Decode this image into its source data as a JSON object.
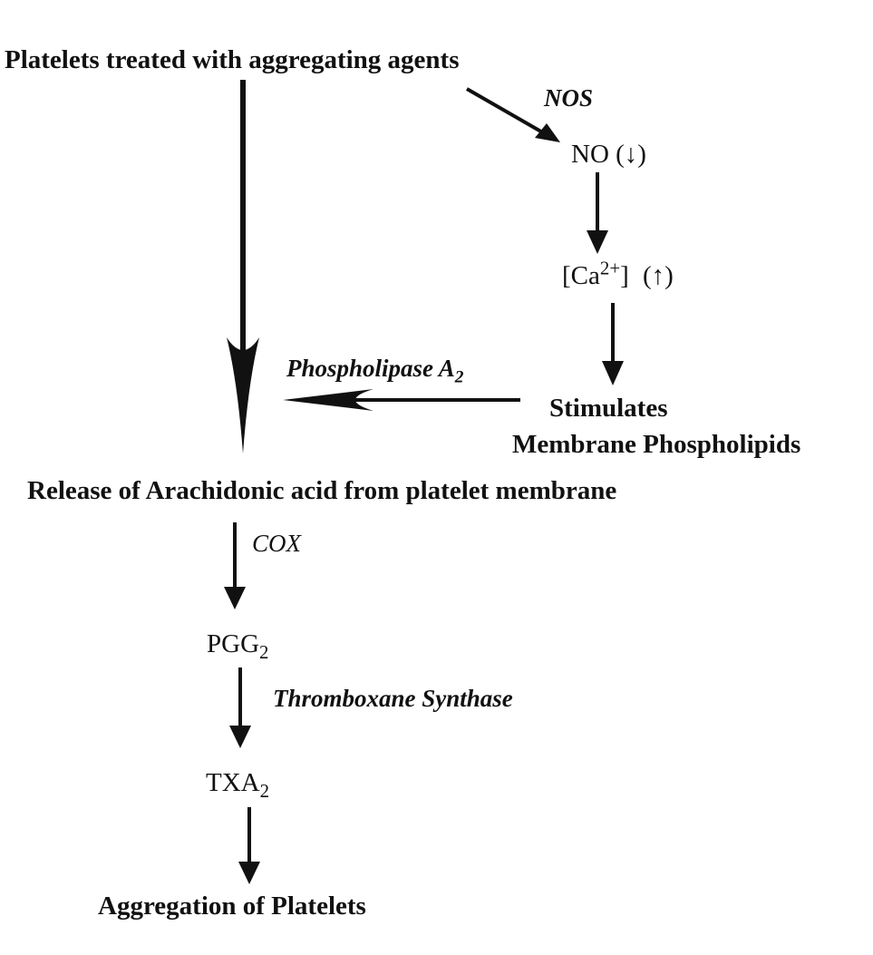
{
  "nodes": {
    "start": "Platelets treated with aggregating agents",
    "no": "NO (↓)",
    "ca_open": "[Ca",
    "ca_sup": "2+",
    "ca_close": "]",
    "ca_arrow": "(↑)",
    "stimulates": "Stimulates",
    "membrane": "Membrane Phospholipids",
    "release": "Release of Arachidonic acid from platelet membrane",
    "pgg_base": "PGG",
    "pgg_sub": "2",
    "txa_base": "TXA",
    "txa_sub": "2",
    "end": "Aggregation of Platelets"
  },
  "enzymes": {
    "nos": "NOS",
    "pla_base": "Phospholipase A",
    "pla_sub": "2",
    "cox": "COX",
    "txs": "Thromboxane Synthase"
  },
  "colors": {
    "ink": "#111111",
    "background": "#ffffff"
  }
}
